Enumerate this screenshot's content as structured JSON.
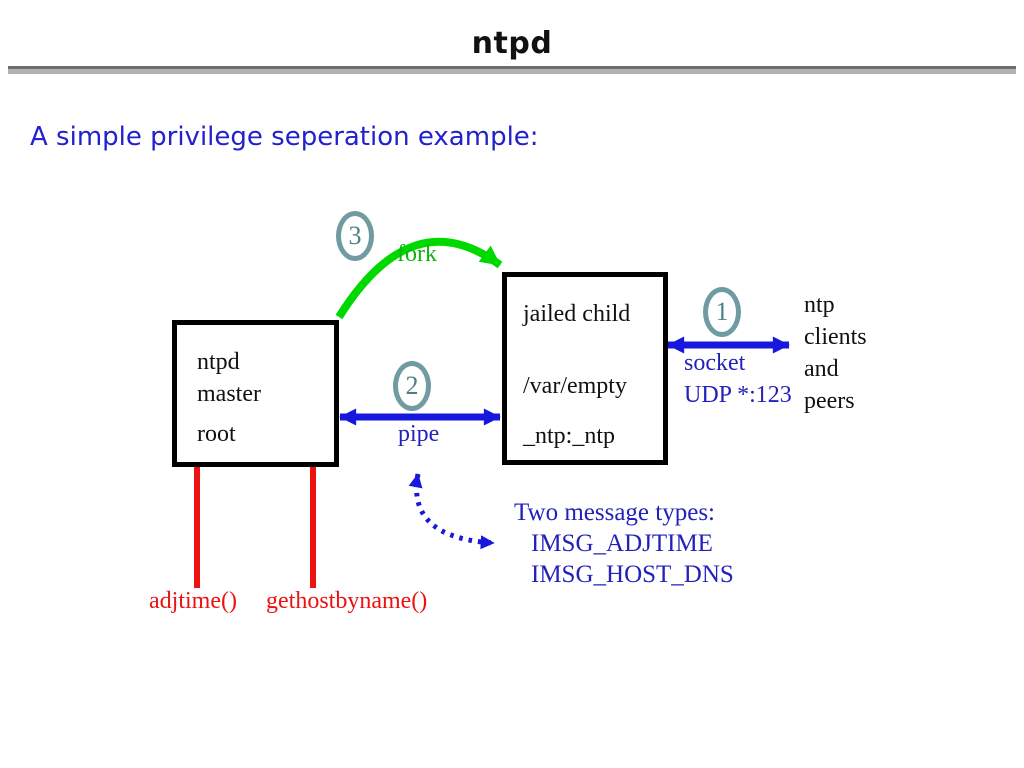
{
  "header": {
    "title": "ntpd"
  },
  "subtitle": "A simple privilege seperation example:",
  "colors": {
    "blue": "#1717dd",
    "text_blue": "#2222cc",
    "text_blue_serif": "#2222bb",
    "green": "#00d900",
    "green_text": "#0db40d",
    "red": "#ee1111",
    "teal": "#6f9ba1",
    "teal_text": "#4e7f89"
  },
  "diagram": {
    "master_box": {
      "lines": [
        "ntpd",
        "master",
        "root"
      ]
    },
    "child_box": {
      "lines": [
        "jailed child",
        "/var/empty",
        "_ntp:_ntp"
      ]
    },
    "badges": [
      {
        "label": "1"
      },
      {
        "label": "2"
      },
      {
        "label": "3"
      }
    ],
    "labels": {
      "fork": "fork",
      "pipe": "pipe",
      "socket_line1": "socket",
      "socket_line2": "UDP *:123",
      "clients": [
        "ntp",
        "clients",
        "and",
        "peers"
      ],
      "messages_title": "Two message types:",
      "messages": [
        "IMSG_ADJTIME",
        "IMSG_HOST_DNS"
      ],
      "syscall1": "adjtime()",
      "syscall2": "gethostbyname()"
    }
  }
}
